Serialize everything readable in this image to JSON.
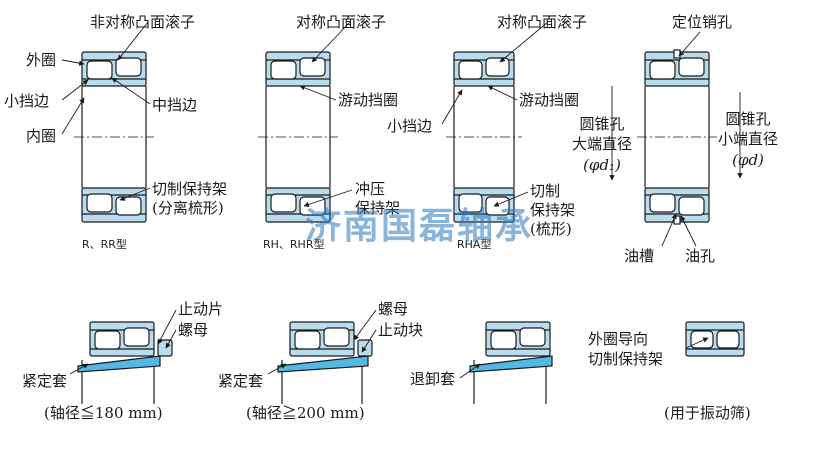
{
  "colors": {
    "ring": "#b9dcef",
    "roller": "#ffffff",
    "sleeve": "#55b8e4",
    "line": "#1a1a1a"
  },
  "diagram1": {
    "roller_type": "非对称凸面滚子",
    "outer_ring": "外圈",
    "small_rib": "小挡边",
    "inner_ring": "内圈",
    "middle_rib": "中挡边",
    "cage_line1": "切制保持架",
    "cage_line2": "(分离梳形)",
    "caption": "R、RR型"
  },
  "diagram2": {
    "roller_type": "对称凸面滚子",
    "guide_ring": "游动挡圈",
    "cage_line1": "冲压",
    "cage_line2": "保持架",
    "caption": "RH、RHR型"
  },
  "diagram3": {
    "roller_type": "对称凸面滚子",
    "guide_ring": "游动挡圈",
    "small_rib": "小挡边",
    "cage_line1": "切制",
    "cage_line2": "保持架",
    "cage_line3": "(梳形)",
    "caption": "RHA型"
  },
  "diagram4": {
    "locating_pin_hole": "定位销孔",
    "taper_bore_left_1": "圆锥孔",
    "taper_bore_left_2": "大端直径",
    "taper_bore_left_3": "(φd₁)",
    "taper_bore_right_1": "圆锥孔",
    "taper_bore_right_2": "小端直径",
    "taper_bore_right_3": "(φd)",
    "oil_groove": "油槽",
    "oil_hole": "油孔"
  },
  "mount1": {
    "lock_washer": "止动片",
    "nut": "螺母",
    "adapter_sleeve": "紧定套",
    "note": "(轴径≦180 mm)"
  },
  "mount2": {
    "nut": "螺母",
    "lock_block": "止动块",
    "adapter_sleeve": "紧定套",
    "note": "(轴径≧200 mm)"
  },
  "mount3": {
    "withdrawal_sleeve": "退卸套"
  },
  "mount4": {
    "cage_line1": "外圈导向",
    "cage_line2": "切制保持架",
    "note": "(用于振动筛)"
  },
  "watermark": "济南国磊轴承"
}
